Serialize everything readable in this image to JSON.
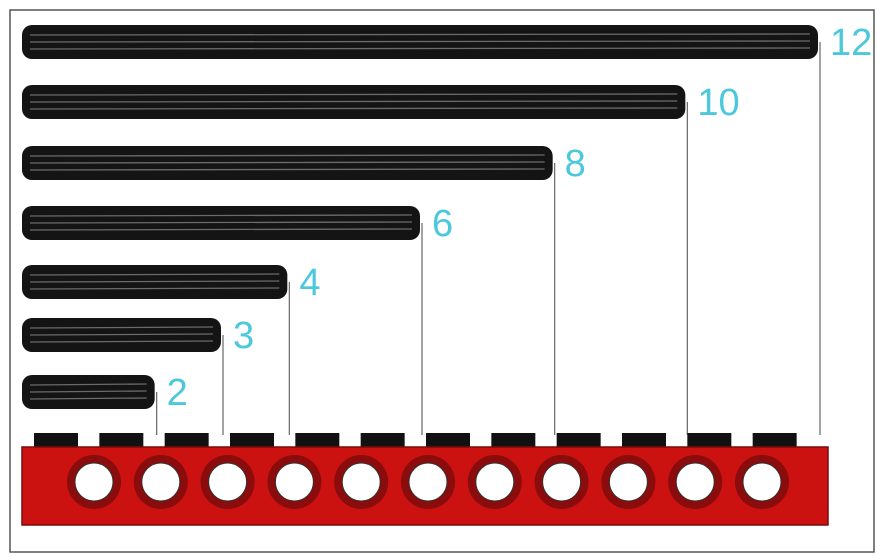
{
  "axles": [
    {
      "length": 12,
      "label": "12"
    },
    {
      "length": 10,
      "label": "10"
    },
    {
      "length": 8,
      "label": "8"
    },
    {
      "length": 6,
      "label": "6"
    },
    {
      "length": 4,
      "label": "4"
    },
    {
      "length": 3,
      "label": "3"
    },
    {
      "length": 2,
      "label": "2"
    }
  ],
  "beam": {
    "holes": 11,
    "studs": 12
  },
  "colors": {
    "axle": "#141414",
    "axle_highlight": "#6a6a6a",
    "label": "#4cc8dc",
    "beam": "#cc1111",
    "beam_hole_ring": "#8a0c0c",
    "stud": "#111111",
    "guide_line": "#666666",
    "frame": "#555555"
  }
}
